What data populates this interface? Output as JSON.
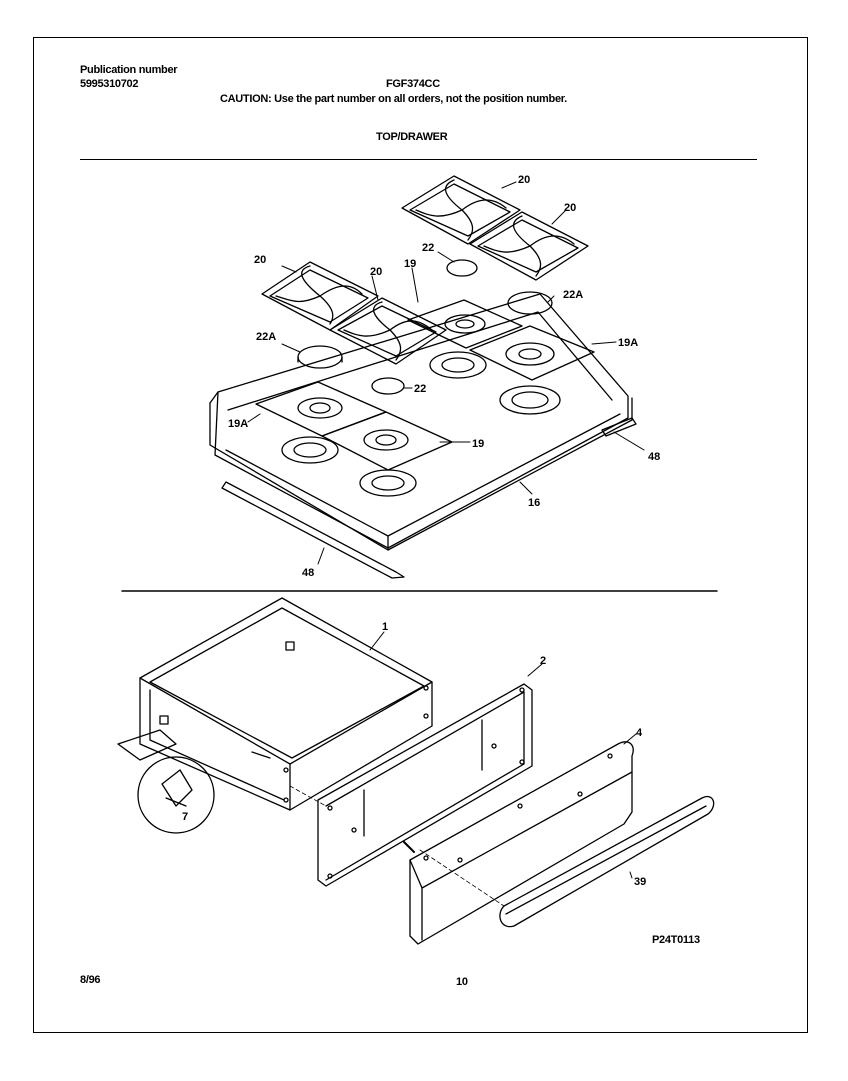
{
  "header": {
    "publication_label": "Publication number",
    "publication_number": "5995310702",
    "model": "FGF374CC",
    "caution": "CAUTION:  Use the part number on all orders, not the position number.",
    "section_title": "TOP/DRAWER"
  },
  "callouts": {
    "c20a": "20",
    "c20b": "20",
    "c20c": "20",
    "c20d": "20",
    "c22a": "22",
    "c22b": "22",
    "c19a": "19",
    "c19b": "19",
    "c22Aa": "22A",
    "c22Ab": "22A",
    "c19Aa": "19A",
    "c19Ab": "19A",
    "c48a": "48",
    "c48b": "48",
    "c16": "16",
    "c1": "1",
    "c2": "2",
    "c4": "4",
    "c7": "7",
    "c39": "39"
  },
  "figure_id": "P24T0113",
  "footer": {
    "date": "8/96",
    "page": "10"
  }
}
